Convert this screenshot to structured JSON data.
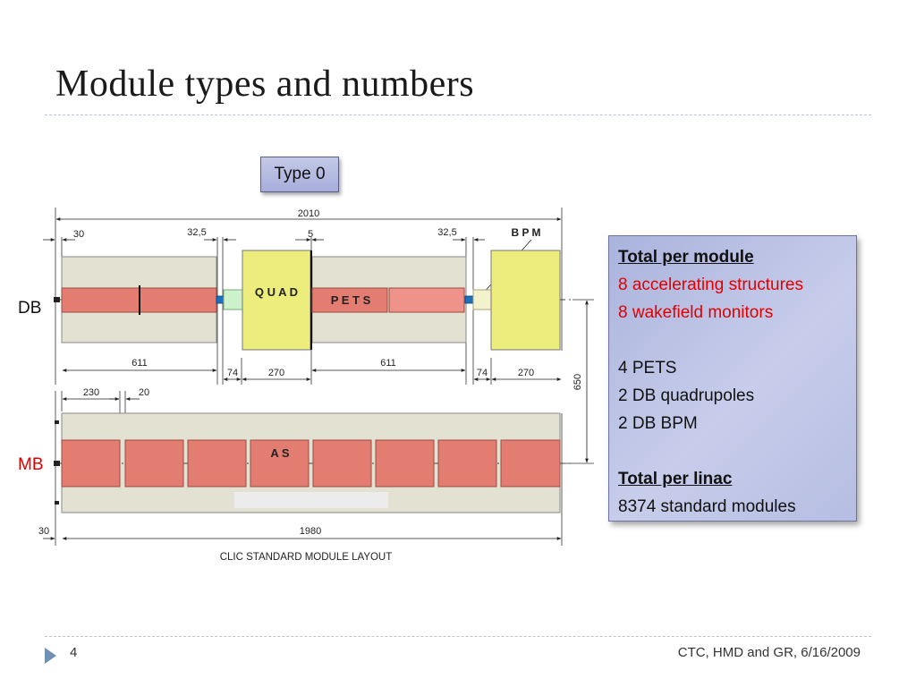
{
  "slide": {
    "title": "Module types and numbers",
    "type_label": "Type 0",
    "db_label": "DB",
    "mb_label": "MB",
    "page_number": "4",
    "footer": "CTC, HMD and GR, 6/16/2009"
  },
  "diagram": {
    "dims": {
      "total_top": "2010",
      "d30_top": "30",
      "d325_left": "32,5",
      "d5": "5",
      "d325_right": "32,5",
      "bpm": "B P M",
      "d611_left": "611",
      "d74_left": "74",
      "d270_left": "270",
      "d611_right": "611",
      "d74_right": "74",
      "d270_right": "270",
      "d650": "650",
      "d230": "230",
      "d20": "20",
      "d30_bottom": "30",
      "total_bottom": "1980"
    },
    "labels": {
      "quad": "Q U A D",
      "pets": "P E T S",
      "as": "A  S",
      "caption": "CLIC STANDARD MODULE LAYOUT"
    }
  },
  "info_box": {
    "heading1": "Total per module",
    "acc": "8 accelerating structures",
    "wake": "8 wakefield monitors",
    "pets": "4 PETS",
    "quads": "2 DB quadrupoles",
    "bpm": "2 DB BPM",
    "heading2": "Total per linac",
    "modules_num": "8374",
    "modules_text": " standard modules"
  },
  "colors": {
    "accent_red": "#e00000",
    "structure_red": "#e37d72",
    "quad_yellow": "#eded7d",
    "girder_beige": "#e3e1d2"
  }
}
